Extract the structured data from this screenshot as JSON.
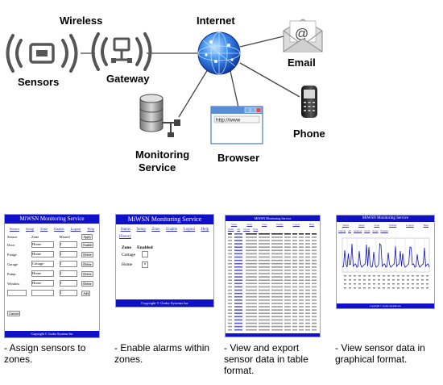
{
  "diagram": {
    "nodes": {
      "sensors": "Sensors",
      "wireless": "Wireless",
      "gateway": "Gateway",
      "internet": "Internet",
      "email": "Email",
      "phone": "Phone",
      "browser": "Browser",
      "monitoring": [
        "Monitoring",
        "Service"
      ],
      "browser_url": "http://www"
    }
  },
  "screens": {
    "zones": {
      "title": "MiWSN Monitoring Service",
      "nav": [
        "Sensor",
        "Setup",
        "Zone",
        "Enable",
        "Logout",
        "Help"
      ],
      "headers": [
        "Sensor",
        "Zone",
        "Missed",
        ""
      ],
      "rows": [
        {
          "sensor": "Door",
          "zone": "Home",
          "missed": "1",
          "action": "Enable"
        },
        {
          "sensor": "Fridge",
          "zone": "Home",
          "missed": "1",
          "action": "Delete"
        },
        {
          "sensor": "Garage",
          "zone": "Cottage",
          "missed": "1",
          "action": "Delete"
        },
        {
          "sensor": "Pump",
          "zone": "Home",
          "missed": "1",
          "action": "Delete"
        },
        {
          "sensor": "Window",
          "zone": "Home",
          "missed": "1",
          "action": "Delete"
        },
        {
          "sensor": "",
          "zone": "",
          "missed": "1",
          "action": "Add"
        }
      ],
      "top_button": "Apply",
      "cancel": "Cancel",
      "footer": "Copyright © Gorko Systems Inc"
    },
    "alarms": {
      "title": "MiWSN Monitoring Service",
      "nav": [
        "Status",
        "Setup",
        "Zone",
        "Enable",
        "Logout",
        "Help"
      ],
      "section": "History",
      "headers": [
        "Zone",
        "Enabled"
      ],
      "rows": [
        {
          "zone": "Cottage",
          "checked": false
        },
        {
          "zone": "Home",
          "checked": true
        }
      ],
      "footer": "Copyright © Gorko Systems Inc"
    },
    "table": {
      "title": "MiWSN Monitoring Service",
      "nav": [
        "Status",
        "Setup",
        "Zone",
        "Enable",
        "Logout",
        "Help"
      ],
      "subnav": [
        "Status",
        "All",
        "Sensor",
        "Help"
      ]
    },
    "graph": {
      "title": "MiWSN Monitoring Service",
      "nav": [
        "Status",
        "Setup",
        "Zone",
        "Enable",
        "Logout",
        "Help"
      ],
      "subnav": [
        "Current",
        "All",
        "Selected",
        "Scroll",
        "Zoom",
        "Expand"
      ],
      "footer": "Copyright © Gorko Systems Inc"
    }
  },
  "captions": {
    "zones": [
      "- Assign sensors to",
      "zones."
    ],
    "alarms": [
      "- Enable alarms within",
      "zones."
    ],
    "table": [
      "- View and export",
      "sensor data in table",
      "format."
    ],
    "graph": [
      "- View sensor data in",
      "graphical format."
    ]
  },
  "colors": {
    "title_bar": "#1010c8",
    "link": "#3030c0",
    "globe": "#1a5fd8"
  }
}
